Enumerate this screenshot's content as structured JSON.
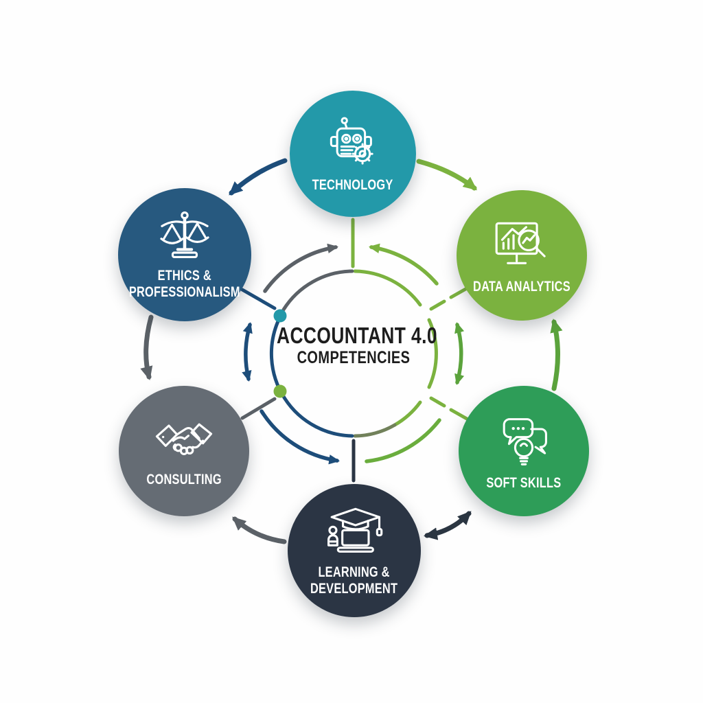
{
  "center": {
    "title": "ACCOUNTANT 4.0",
    "subtitle": "COMPETENCIES"
  },
  "nodes": [
    {
      "id": "technology",
      "label": "TECHNOLOGY",
      "lines": [
        "TECHNOLOGY"
      ],
      "color": "#2399a9",
      "icon": "robot-gear-icon"
    },
    {
      "id": "data-analytics",
      "label": "DATA ANALYTICS",
      "lines": [
        "DATA ANALYTICS"
      ],
      "color": "#7bb23f",
      "icon": "analytics-monitor-magnifier-icon"
    },
    {
      "id": "soft-skills",
      "label": "SOFT SKILLS",
      "lines": [
        "SOFT SKILLS"
      ],
      "color": "#2e9d58",
      "icon": "speech-bubbles-lightbulb-icon"
    },
    {
      "id": "learning-development",
      "label": "LEARNING & DEVELOPMENT",
      "lines": [
        "LEARNING &",
        "DEVELOPMENT"
      ],
      "color": "#2b3544",
      "icon": "graduation-cap-icon"
    },
    {
      "id": "consulting",
      "label": "CONSULTING",
      "lines": [
        "CONSULTING"
      ],
      "color": "#656c74",
      "icon": "handshake-icon"
    },
    {
      "id": "ethics-professionalism",
      "label": "ETHICS & PROFESSIONALISM",
      "lines": [
        "ETHICS &",
        "PROFESSIONALISM"
      ],
      "color": "#27597f",
      "icon": "balance-scales-icon"
    }
  ],
  "colors": {
    "arrow_navy": "#1d4d7a",
    "arrow_lime": "#7bb23f",
    "arrow_mid_green": "#5ba33c",
    "arrow_dark": "#2b3642",
    "arrow_gray": "#5b6167",
    "ring_green": "#7bb23f",
    "ring_navy": "#1d4d7a",
    "ring_gray": "#5b6167",
    "ring_olive": "#71815a",
    "dot_teal": "#2399a9",
    "dot_green": "#7bb23f",
    "center_text": "#1d1d1d"
  }
}
